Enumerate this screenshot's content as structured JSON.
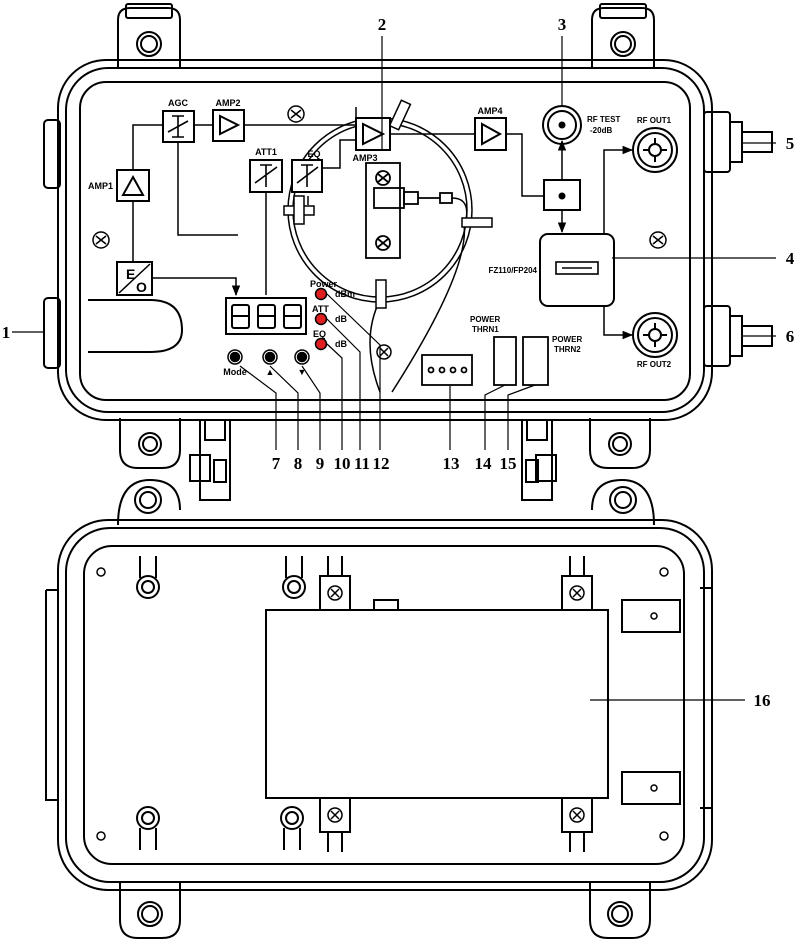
{
  "callouts": [
    "1",
    "2",
    "3",
    "4",
    "5",
    "6",
    "7",
    "8",
    "9",
    "10",
    "11",
    "12",
    "13",
    "14",
    "15",
    "16"
  ],
  "modules": {
    "agc": "AGC",
    "amp1": "AMP1",
    "amp2": "AMP2",
    "amp3": "AMP3",
    "amp4": "AMP4",
    "att1": "ATT1",
    "eq": "EQ",
    "eo_top": "E",
    "eo_bottom": "O",
    "splitter": "FZ110/FP204",
    "rf_test_line1": "RF TEST",
    "rf_test_line2": "-20dB",
    "rf_out1": "RF OUT1",
    "rf_out2": "RF OUT2"
  },
  "indicators": {
    "power": "Power",
    "att": "ATT",
    "eq": "EQ",
    "unit_dbm": "dBm",
    "unit_db_att": "dB",
    "unit_db_eq": "dB"
  },
  "buttons": {
    "mode": "Mode",
    "up": "▲",
    "down": "▼"
  },
  "power": {
    "thrn1_line1": "POWER",
    "thrn1_line2": "THRN1",
    "thrn2_line1": "POWER",
    "thrn2_line2": "THRN2"
  },
  "colors": {
    "led": "#e02020",
    "ink": "#000000"
  }
}
